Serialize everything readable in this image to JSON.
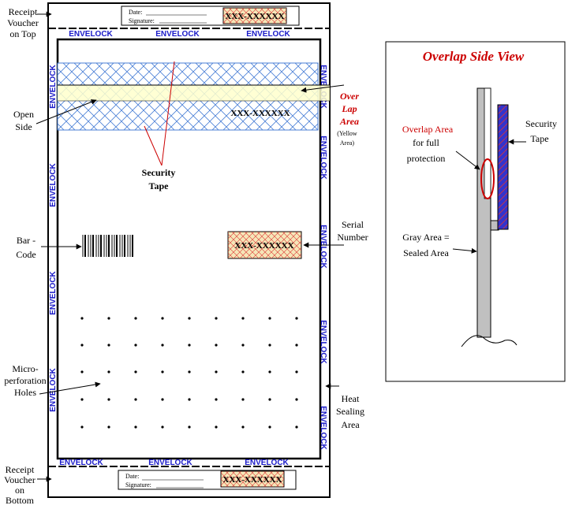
{
  "labels": {
    "receipt_top": [
      "Receipt",
      "Voucher",
      "on Top"
    ],
    "receipt_bottom": [
      "Receipt",
      "Voucher",
      "on",
      "Bottom"
    ],
    "open_side": [
      "Open",
      "Side"
    ],
    "security_tape": [
      "Security",
      "Tape"
    ],
    "bar_code": [
      "Bar -",
      "Code"
    ],
    "micro_perforation": [
      "Micro-",
      "perforation",
      "Holes"
    ],
    "over_lap_area": [
      "Over",
      "Lap",
      "Area"
    ],
    "yellow_area": [
      "(Yellow",
      "Area)"
    ],
    "serial_number": [
      "Serial",
      "Number"
    ],
    "heat_sealing": [
      "Heat",
      "Sealing",
      "Area"
    ]
  },
  "voucher": {
    "date_label": "Date:",
    "signature_label": "Signature:"
  },
  "serial_code": "XXX-XXXXXX",
  "brand": "ENVELOCK",
  "side_view": {
    "title": "Overlap Side View",
    "overlap_area": [
      "Overlap Area",
      "for full",
      "protection"
    ],
    "security_tape": [
      "Security",
      "Tape"
    ],
    "gray_area": [
      "Gray Area =",
      "Sealed Area"
    ]
  },
  "colors": {
    "envelock_text": "#1a1ac8",
    "overlap_red": "#cc0000",
    "tape_blue": "#3333cc",
    "yellow_band": "#ffffcc",
    "sealed_gray": "#c0c0c0",
    "serial_fill": "#f5e6b8"
  }
}
